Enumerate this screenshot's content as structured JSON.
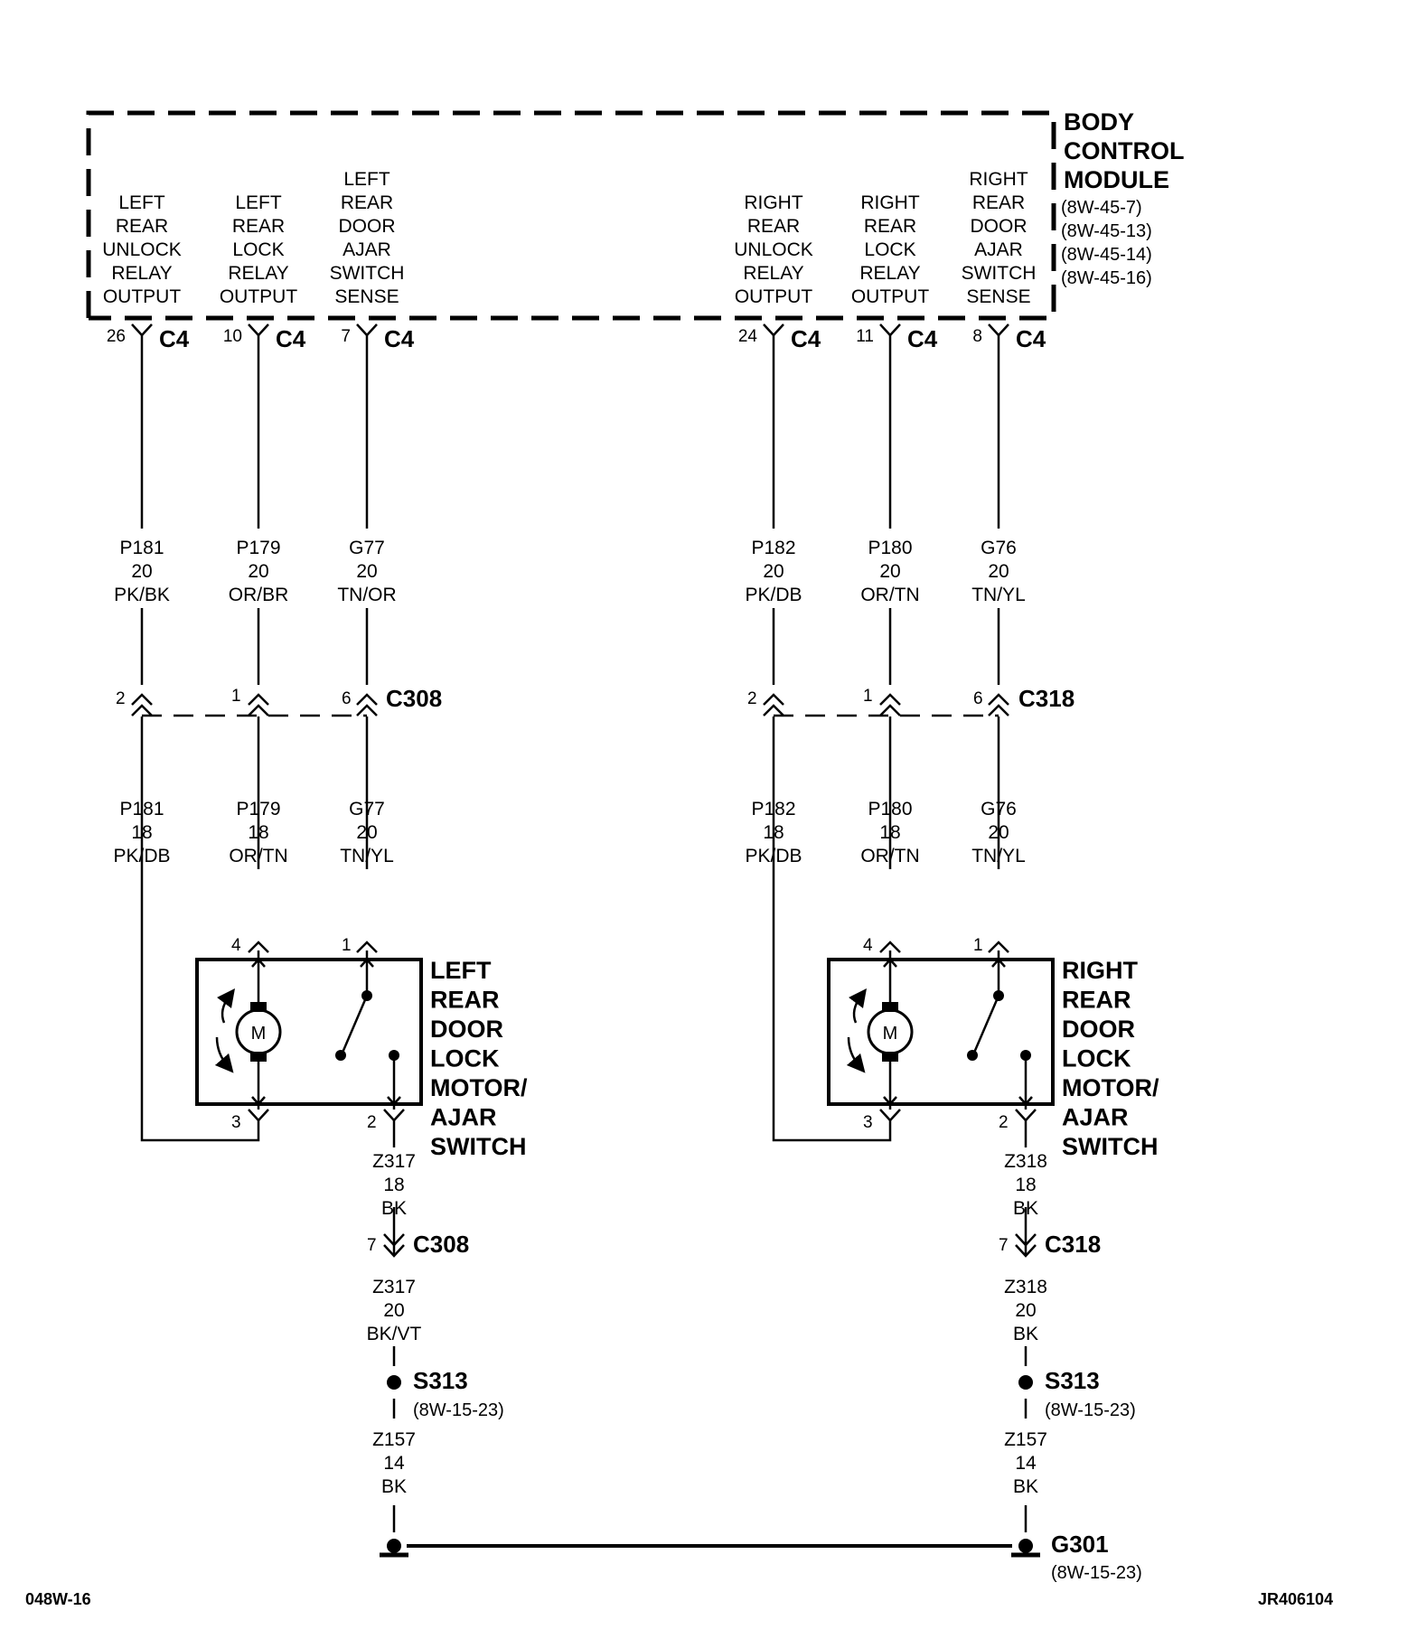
{
  "bcm": {
    "title": [
      "BODY",
      "CONTROL",
      "MODULE"
    ],
    "refs": [
      "(8W-45-7)",
      "(8W-45-13)",
      "(8W-45-14)",
      "(8W-45-16)"
    ],
    "functions": [
      [
        "LEFT",
        "REAR",
        "UNLOCK",
        "RELAY",
        "OUTPUT"
      ],
      [
        "LEFT",
        "REAR",
        "LOCK",
        "RELAY",
        "OUTPUT"
      ],
      [
        "LEFT",
        "REAR",
        "DOOR",
        "AJAR",
        "SWITCH",
        "SENSE"
      ],
      [
        "RIGHT",
        "REAR",
        "UNLOCK",
        "RELAY",
        "OUTPUT"
      ],
      [
        "RIGHT",
        "REAR",
        "LOCK",
        "RELAY",
        "OUTPUT"
      ],
      [
        "RIGHT",
        "REAR",
        "DOOR",
        "AJAR",
        "SWITCH",
        "SENSE"
      ]
    ],
    "pins": [
      "26",
      "10",
      "7",
      "24",
      "11",
      "8"
    ],
    "connector": "C4"
  },
  "wires_upper": [
    [
      "P181",
      "20",
      "PK/BK"
    ],
    [
      "P179",
      "20",
      "OR/BR"
    ],
    [
      "G77",
      "20",
      "TN/OR"
    ],
    [
      "P182",
      "20",
      "PK/DB"
    ],
    [
      "P180",
      "20",
      "OR/TN"
    ],
    [
      "G76",
      "20",
      "TN/YL"
    ]
  ],
  "inline_connectors": {
    "left": {
      "name": "C308",
      "pins": [
        "2",
        "1",
        "6"
      ]
    },
    "right": {
      "name": "C318",
      "pins": [
        "2",
        "1",
        "6"
      ]
    }
  },
  "wires_lower": [
    [
      "P181",
      "18",
      "PK/DB"
    ],
    [
      "P179",
      "18",
      "OR/TN"
    ],
    [
      "G77",
      "20",
      "TN/YL"
    ],
    [
      "P182",
      "18",
      "PK/DB"
    ],
    [
      "P180",
      "18",
      "OR/TN"
    ],
    [
      "G76",
      "20",
      "TN/YL"
    ]
  ],
  "motors": [
    {
      "title": [
        "LEFT",
        "REAR",
        "DOOR",
        "LOCK",
        "MOTOR/",
        "AJAR",
        "SWITCH"
      ],
      "motor_label": "M",
      "pins_top": [
        "4",
        "1"
      ],
      "pins_bottom": [
        "3",
        "2"
      ]
    },
    {
      "title": [
        "RIGHT",
        "REAR",
        "DOOR",
        "LOCK",
        "MOTOR/",
        "AJAR",
        "SWITCH"
      ],
      "motor_label": "M",
      "pins_top": [
        "4",
        "1"
      ],
      "pins_bottom": [
        "3",
        "2"
      ]
    }
  ],
  "ground_chain": [
    {
      "wire_a": [
        "Z317",
        "18",
        "BK"
      ],
      "conn_pin": "7",
      "conn_name": "C308",
      "wire_b": [
        "Z317",
        "20",
        "BK/VT"
      ],
      "splice": "S313",
      "splice_ref": "(8W-15-23)",
      "wire_c": [
        "Z157",
        "14",
        "BK"
      ]
    },
    {
      "wire_a": [
        "Z318",
        "18",
        "BK"
      ],
      "conn_pin": "7",
      "conn_name": "C318",
      "wire_b": [
        "Z318",
        "20",
        "BK"
      ],
      "splice": "S313",
      "splice_ref": "(8W-15-23)",
      "wire_c": [
        "Z157",
        "14",
        "BK"
      ]
    }
  ],
  "ground": {
    "name": "G301",
    "ref": "(8W-15-23)"
  },
  "footer": {
    "left": "048W-16",
    "right": "JR406104"
  }
}
